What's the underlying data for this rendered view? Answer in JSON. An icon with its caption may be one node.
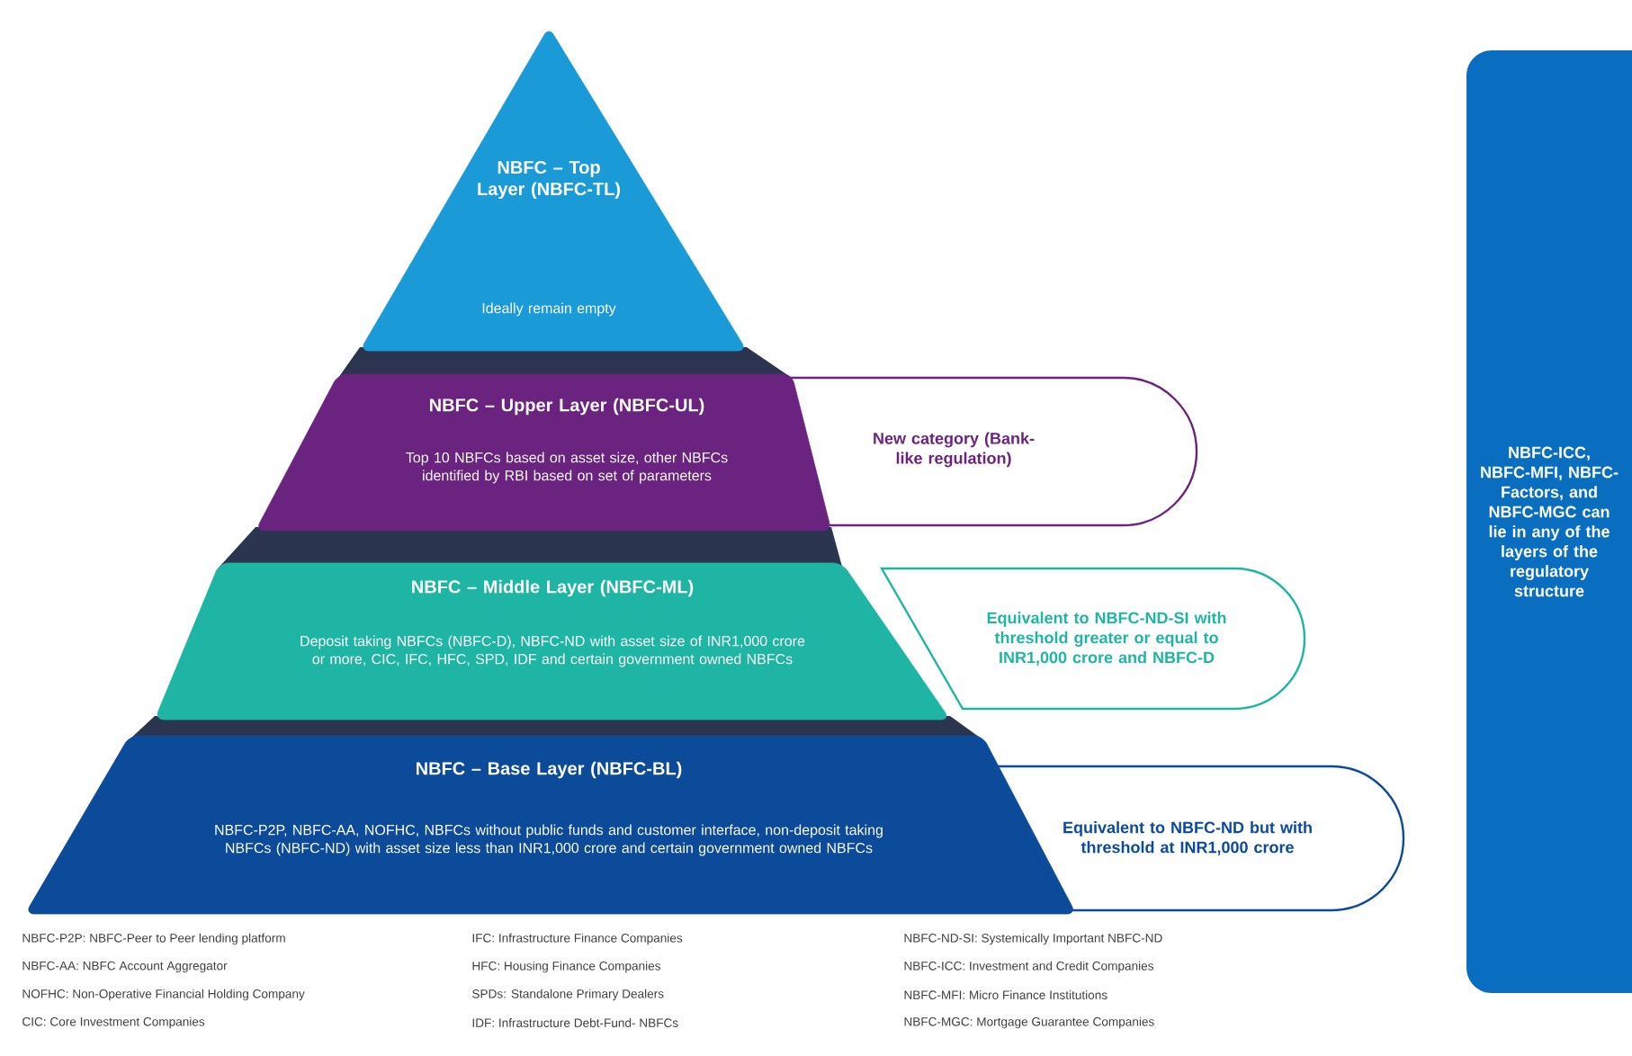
{
  "diagram": {
    "nodes": [
      {
        "text": [
          "NBFC – Top Layer (NBFC-TL)",
          "Ideally remain empty"
        ]
      },
      {
        "text": [
          "NBFC – Upper Layer (NBFC-UL)",
          "Top 10 NBFCs based on asset size, other NBFCs identified by RBI based on set of parameters"
        ]
      },
      {
        "text": [
          "NBFC – Middle Layer (NBFC-ML)",
          "Deposit taking NBFCs (NBFC-D), NBFC-ND with asset size of INR1,000 crore or more, CIC, IFC, HFC, SPD, IDF and certain government owned NBFCs"
        ]
      },
      {
        "text": [
          "NBFC – Base Layer (NBFC-BL)",
          "NBFC-P2P, NBFC-AA, NOFHC, NBFCs without public funds and customer interface, non-deposit taking NBFCs (NBFC-ND) with asset size less than INR1,000 crore and certain government owned NBFCs"
        ]
      },
      {
        "text": [
          "New category (Bank-like regulation)"
        ]
      },
      {
        "text": [
          "Equivalent to NBFC-ND-SI with threshold greater or equal to INR1,000 crore and NBFC-D"
        ]
      },
      {
        "text": [
          "Equivalent to NBFC-ND but with threshold at INR1,000 crore"
        ]
      },
      {
        "text": [
          "NBFC-ICC, NBFC-MFI, NBFC-Factors, and NBFC-MGC can lie in any of the layers of the regulatory structure"
        ]
      }
    ],
    "labels": [
      "NBFC-P2P: NBFC-Peer to Peer lending platform",
      "IFC: Infrastructure Finance Companies",
      "NBFC-ND-SI: Systemically Important NBFC-ND",
      "NBFC-AA: NBFC Account Aggregator",
      "HFC: Housing Finance Companies",
      "NBFC-ICC: Investment and Credit Companies",
      "NOFHC: Non-Operative Financial Holding Company",
      "SPDs: Standalone Primary Dealers",
      "NBFC-MFI: Micro Finance Institutions",
      "CIC: Core Investment Companies",
      "IDF: Infrastructure Debt-Fund- NBFCs",
      "NBFC-MGC: Mortgage Guarantee Companies"
    ]
  }
}
